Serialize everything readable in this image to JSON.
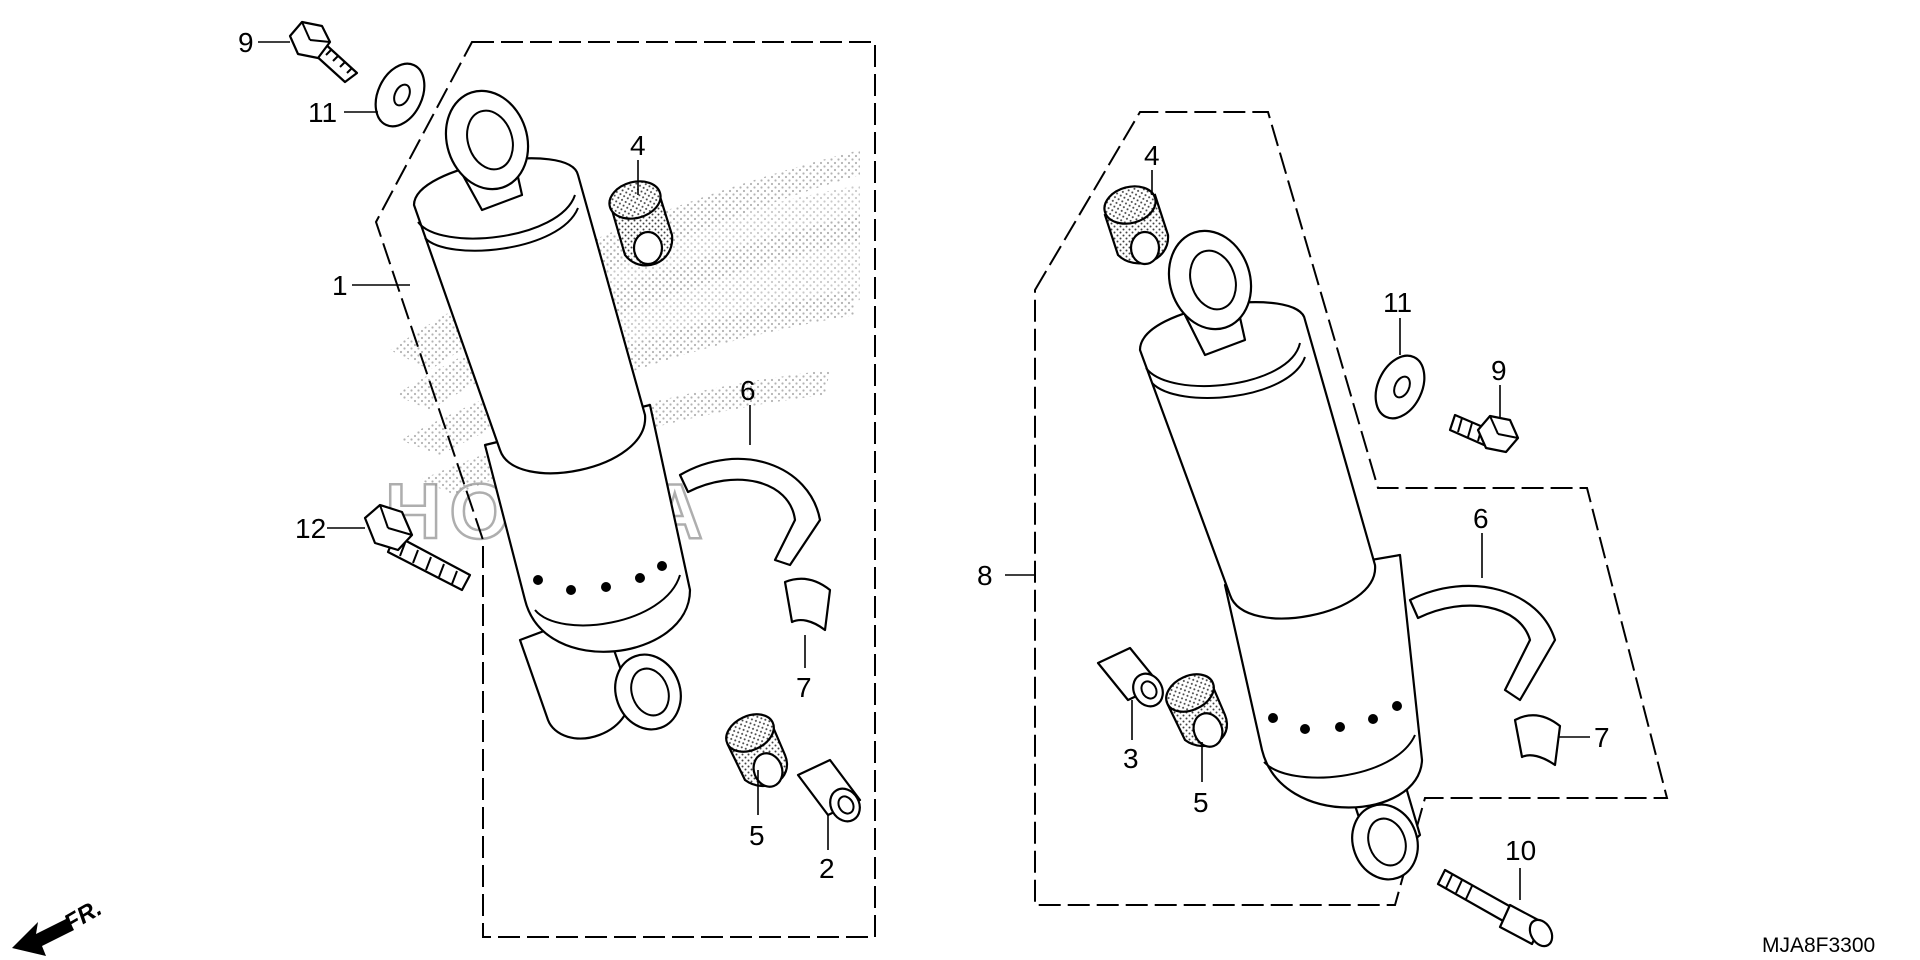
{
  "diagram": {
    "catalog_code": "MJA8F3300",
    "direction_marker": "FR.",
    "watermark_brand": "HONDA",
    "callouts": {
      "l1": "1",
      "l2": "2",
      "l3": "3",
      "l4a": "4",
      "l4b": "4",
      "l5a": "5",
      "l5b": "5",
      "l6a": "6",
      "l6b": "6",
      "l7a": "7",
      "l7b": "7",
      "l8": "8",
      "l9a": "9",
      "l9b": "9",
      "l10": "10",
      "l11a": "11",
      "l11b": "11",
      "l12": "12"
    }
  }
}
